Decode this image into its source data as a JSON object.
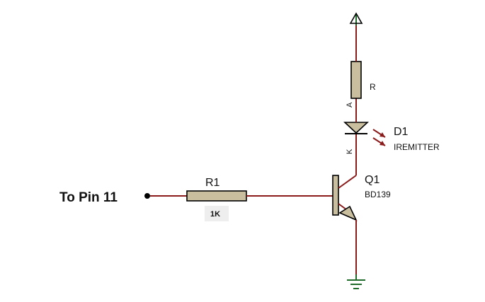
{
  "net_label": "To Pin 11",
  "r1": {
    "ref": "R1",
    "value": "1K"
  },
  "r": {
    "ref": "R"
  },
  "d1": {
    "ref": "D1",
    "value": "IREMITTER",
    "pin_anode": "A",
    "pin_cathode": "K"
  },
  "q1": {
    "ref": "Q1",
    "value": "BD139"
  },
  "colors": {
    "wire": "#8b1a1a",
    "power_ground": "#1f6b2a",
    "component_body": "#c9bf9f"
  }
}
